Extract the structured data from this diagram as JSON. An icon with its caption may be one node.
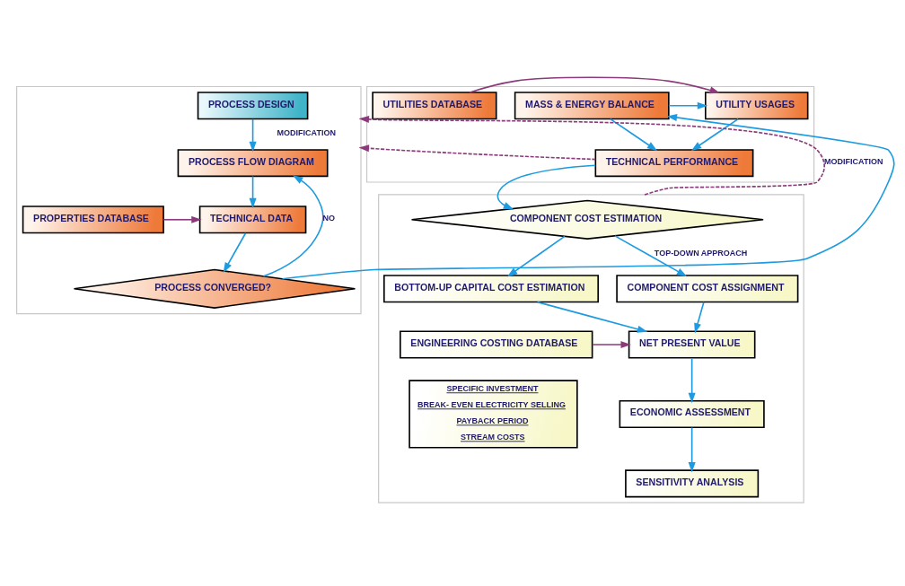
{
  "diagram": {
    "nodes": [
      {
        "text": [],
        "shape": "box"
      },
      {
        "text": [
          "PROCESS DESIGN"
        ],
        "in": 0
      },
      {
        "text": [
          "PROCESS FLOW DIAGRAM"
        ],
        "in": 0
      },
      {
        "text": [
          "PROPERTIES DATABASE"
        ],
        "in": 0
      },
      {
        "text": [
          "TECHNICAL DATA"
        ],
        "in": 0
      },
      {
        "text": [
          "PROCESS CONVERGED?"
        ],
        "in": 0
      },
      {
        "text": [],
        "shape": "box"
      },
      {
        "text": [
          "MASS & ENERGY BALANCE"
        ],
        "in": 6
      },
      {
        "text": [
          "UTILITY USAGES"
        ],
        "in": 6
      },
      {
        "text": [
          "UTILITIES DATABASE"
        ],
        "in": 6
      },
      {
        "text": [
          "TECHNICAL PERFORMANCE"
        ],
        "in": 6
      },
      {
        "text": [],
        "shape": "box"
      },
      {
        "text": [
          "COMPONENT COST ESTIMATION"
        ],
        "in": 11
      },
      {
        "text": [
          "BOTTOM-UP CAPITAL COST ESTIMATION"
        ],
        "in": 11
      },
      {
        "text": [
          "COMPONENT COST ASSIGNMENT"
        ],
        "in": 11
      },
      {
        "text": [
          "NET PRESENT VALUE"
        ],
        "in": 11
      },
      {
        "text": [
          "ENGINEERING COSTING DATABASE"
        ],
        "in": 11
      },
      {
        "text": [
          "SPECIFIC INVESTMENT",
          "BREAK- EVEN ELECTRICITY SELLING",
          "PAYBACK PERIOD",
          "STREAM COSTS"
        ],
        "in": 11
      },
      {
        "text": [
          "ECONOMIC ASSESSMENT"
        ],
        "in": 11
      },
      {
        "text": [
          "SENSITIVITY ANALYSIS"
        ],
        "in": 11
      }
    ],
    "edges": [
      {
        "from": 1,
        "to": 2,
        "arrow": "to"
      },
      {
        "from": 2,
        "to": 4,
        "arrow": "to"
      },
      {
        "from": 3,
        "to": 4,
        "arrow": "to",
        "color": "#8b3a7a"
      },
      {
        "from": 4,
        "to": 5,
        "arrow": "to"
      },
      {
        "from": 5,
        "to": 2,
        "arrow": "to",
        "label": "NO"
      },
      {
        "from": 5,
        "to": 7,
        "arrow": "to"
      },
      {
        "from": 7,
        "to": 8,
        "arrow": "to"
      },
      {
        "from": 9,
        "to": 8,
        "arrow": "to",
        "color": "#8b3a7a"
      },
      {
        "from": 7,
        "to": 10,
        "arrow": "to"
      },
      {
        "from": 8,
        "to": 10,
        "arrow": "to"
      },
      {
        "from": 10,
        "to": 0,
        "arrow": "to",
        "label": "MODIFICATION",
        "style": "dashed",
        "color": "#8b3a7a"
      },
      {
        "from": 10,
        "to": 12,
        "arrow": "to"
      },
      {
        "from": 12,
        "to": 13,
        "arrow": "to"
      },
      {
        "from": 12,
        "to": 14,
        "arrow": "to",
        "label": "TOP-DOWN APPROACH"
      },
      {
        "from": 13,
        "to": 15,
        "arrow": "to"
      },
      {
        "from": 14,
        "to": 15,
        "arrow": "to"
      },
      {
        "from": 16,
        "to": 15,
        "arrow": "to",
        "color": "#8b3a7a"
      },
      {
        "from": 15,
        "to": 18,
        "arrow": "to"
      },
      {
        "from": 18,
        "to": 19,
        "arrow": "to"
      },
      {
        "from": 11,
        "to": 0,
        "arrow": "to",
        "label": "MODIFICATION",
        "style": "dashed",
        "color": "#8b3a7a"
      }
    ]
  }
}
